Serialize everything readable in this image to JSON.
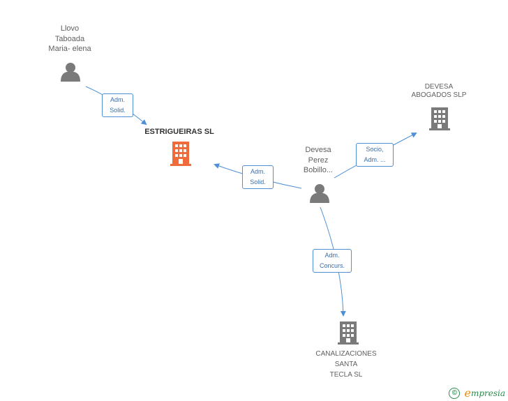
{
  "nodes": {
    "llovo": {
      "lines": [
        "Llovo",
        "Taboada",
        "Maria- elena"
      ],
      "type": "person"
    },
    "estrigueiras": {
      "lines": [
        "ESTRIGUEIRAS SL"
      ],
      "type": "company",
      "highlight": true
    },
    "devesa_perez": {
      "lines": [
        "Devesa",
        "Perez",
        "Bobillo..."
      ],
      "type": "person"
    },
    "devesa_abogados": {
      "lines": [
        "DEVESA",
        "ABOGADOS SLP"
      ],
      "type": "company"
    },
    "canalizaciones": {
      "lines": [
        "CANALIZACIONES",
        "SANTA",
        "TECLA SL"
      ],
      "type": "company"
    }
  },
  "edges": [
    {
      "id": "llovo_estrigueiras",
      "label": [
        "Adm.",
        "Solid."
      ]
    },
    {
      "id": "devesa_estrigueiras",
      "label": [
        "Adm.",
        "Solid."
      ]
    },
    {
      "id": "devesa_abogados",
      "label": [
        "Socio,",
        "Adm. ..."
      ]
    },
    {
      "id": "devesa_canalizaciones",
      "label": [
        "Adm.",
        "Concurs."
      ]
    }
  ],
  "footer": {
    "copyright_symbol": "©",
    "brand_initial": "e",
    "brand_rest": "mpresia"
  },
  "colors": {
    "edge": "#4f8fd6",
    "icon": "#7a7a7a",
    "highlight": "#f06a3c"
  }
}
